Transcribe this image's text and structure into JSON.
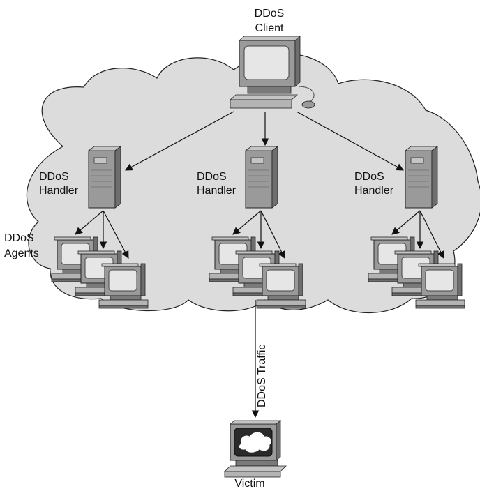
{
  "labels": {
    "client_line1": "DDoS",
    "client_line2": "Client",
    "handler_line1": "DDoS",
    "handler_line2": "Handler",
    "agents_line1": "DDoS",
    "agents_line2": "Agents",
    "traffic": "DDoS Traffic",
    "victim": "Victim"
  },
  "colors": {
    "cloud_fill": "#dcdcdc",
    "cloud_stroke": "#222222",
    "device_body": "#9a9a9a",
    "device_dark": "#6e6e6e",
    "device_light": "#c4c4c4",
    "screen": "#e6e6e6",
    "arrow": "#111111"
  },
  "icons": {
    "client": "workstation-icon",
    "handler": "server-tower-icon",
    "agent": "workstation-icon",
    "victim": "workstation-icon"
  }
}
